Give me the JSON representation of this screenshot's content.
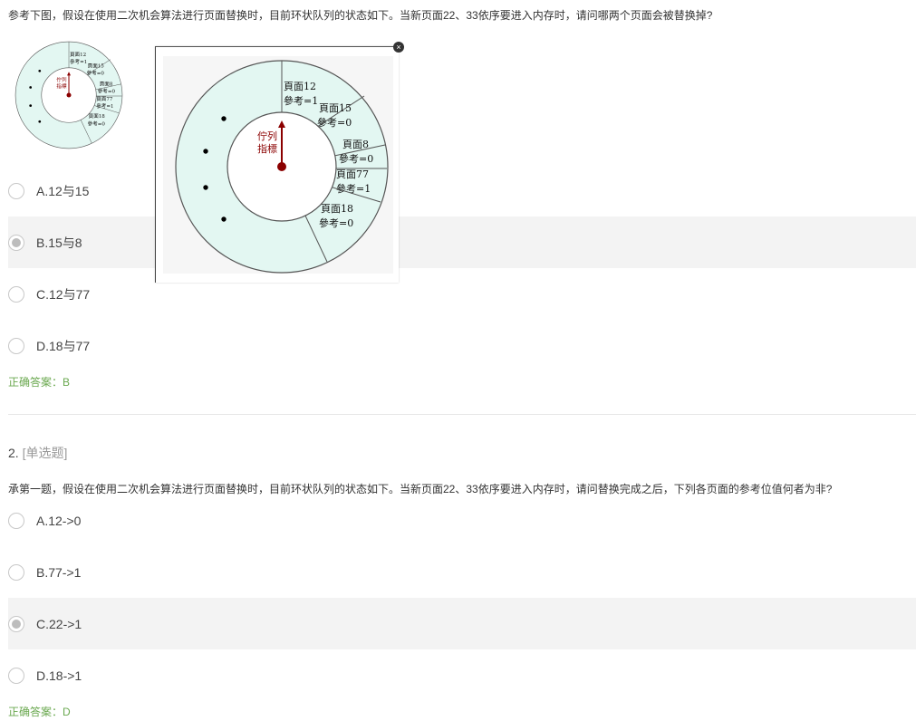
{
  "q1": {
    "text": "参考下图，假设在使用二次机会算法进行页面替换时，目前环状队列的状态如下。当新页面22、33依序要进入内存时，请问哪两个页面会被替换掉?",
    "options": [
      "A.12与15",
      "B.15与8",
      "C.12与77",
      "D.18与77"
    ],
    "selected_index": 1,
    "answer": "正确答案：B"
  },
  "figure": {
    "pointer_label_1": "佇列",
    "pointer_label_2": "指標",
    "segments": [
      {
        "page": "頁面12",
        "ref": "參考=1"
      },
      {
        "page": "頁面15",
        "ref": "參考=0"
      },
      {
        "page": "頁面8",
        "ref": "參考=0"
      },
      {
        "page": "頁面77",
        "ref": "參考=1"
      },
      {
        "page": "頁面18",
        "ref": "參考=0"
      }
    ],
    "ring_color": "#e3f7f2",
    "pointer_color": "#8b0000",
    "close_icon": "×"
  },
  "q2": {
    "number": "2.",
    "type": "[单选题]",
    "text": "承第一题，假设在使用二次机会算法进行页面替换时，目前环状队列的状态如下。当新页面22、33依序要进入内存时，请问替换完成之后，下列各页面的参考位值何者为非?",
    "options": [
      "A.12->0",
      "B.77->1",
      "C.22->1",
      "D.18->1"
    ],
    "selected_index": 2,
    "answer": "正确答案：D"
  }
}
